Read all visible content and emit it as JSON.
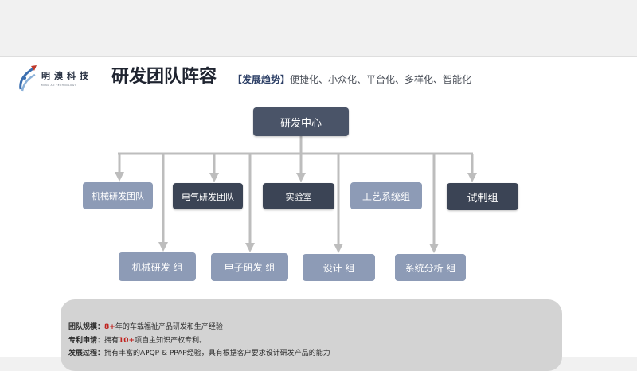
{
  "logo": {
    "name": "明澳科技",
    "subtitle": "MING AO TECHNOLOGY"
  },
  "page_title": "研发团队阵容",
  "trend": {
    "label": "【发展趋势】",
    "text": "便捷化、小众化、平台化、多样化、智能化"
  },
  "org_chart": {
    "root": "研发中心",
    "tier1": [
      "机械研发团队",
      "电气研发团队",
      "实验室",
      "工艺系统组",
      "试制组"
    ],
    "tier2": [
      "机械研发 组",
      "电子研发 组",
      "设计 组",
      "系统分析 组"
    ]
  },
  "info": {
    "scale": {
      "label": "团队规模：",
      "prefix": "",
      "num": "8+",
      "suffix": "年的车载福祉产品研发和生产经验"
    },
    "patent": {
      "label": "专利申请：",
      "prefix": "拥有",
      "num": "10+",
      "suffix": "项自主知识产权专利。"
    },
    "process": {
      "label": "发展过程：",
      "prefix": "拥有丰富的APQP & PPAP经验，具有根据客户要求设计研发产品的能力",
      "num": "",
      "suffix": ""
    }
  },
  "colors": {
    "dark_node": "#3b4455",
    "light_node": "#8d9bb6",
    "connector": "#bdbdbd",
    "highlight": "#c0221e"
  }
}
